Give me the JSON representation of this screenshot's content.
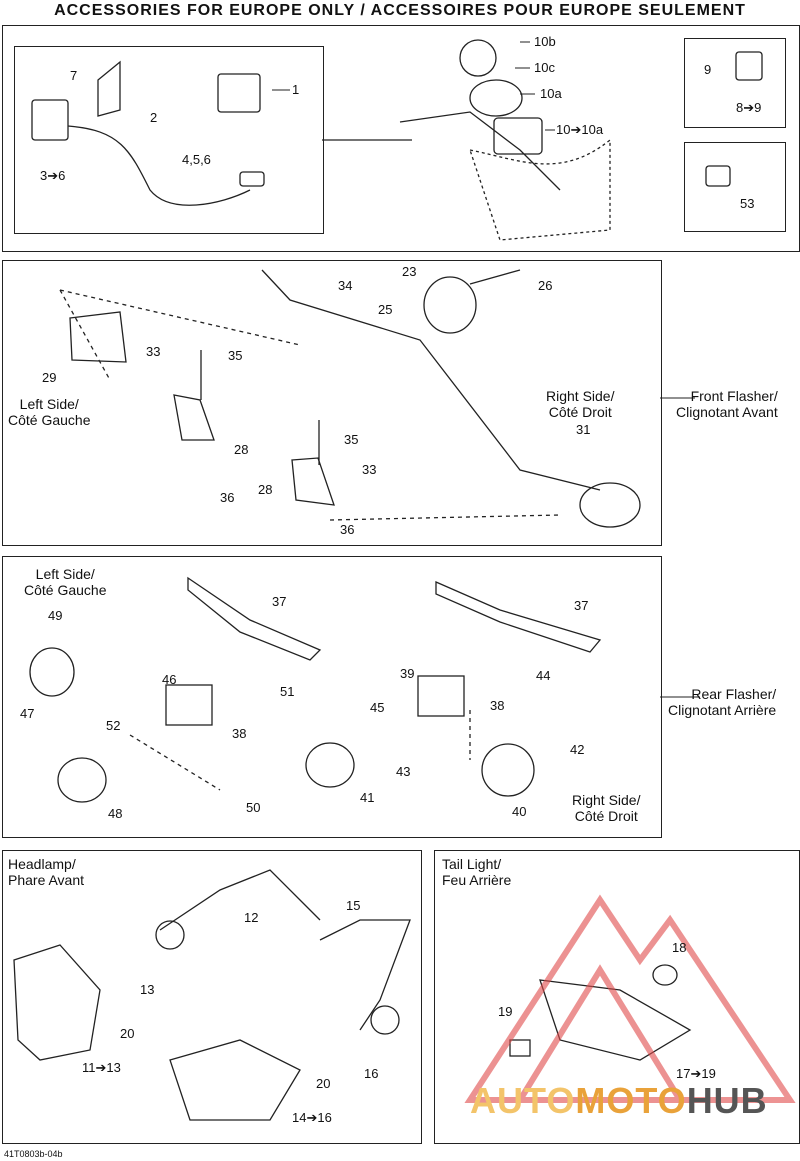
{
  "title": "ACCESSORIES FOR EUROPE ONLY / ACCESSOIRES POUR EUROPE SEULEMENT",
  "panel1": {
    "labels": [
      "1",
      "2",
      "7",
      "3➔6",
      "4,5,6",
      "10b",
      "10c",
      "10a",
      "10➔10a"
    ],
    "side1": [
      "9",
      "8➔9"
    ],
    "side2": [
      "53"
    ]
  },
  "panel2": {
    "labels": [
      "23",
      "34",
      "26",
      "25",
      "33",
      "35",
      "29",
      "28",
      "36",
      "31"
    ],
    "repeat": [
      "35",
      "33",
      "28",
      "36"
    ],
    "left": "Left Side/\nCôté Gauche",
    "right": "Right Side/\nCôté Droit",
    "caption": "Front Flasher/\nClignotant Avant"
  },
  "panel3": {
    "labels": [
      "37",
      "49",
      "46",
      "51",
      "47",
      "52",
      "38",
      "48",
      "50",
      "37",
      "39",
      "44",
      "45",
      "38",
      "43",
      "42",
      "41",
      "40"
    ],
    "left": "Left Side/\nCôté Gauche",
    "right": "Right Side/\nCôté Droit",
    "caption": "Rear Flasher/\nClignotant Arrière"
  },
  "panel4": {
    "title": "Headlamp/\nPhare Avant",
    "labels": [
      "12",
      "15",
      "13",
      "20",
      "11➔13",
      "16",
      "20",
      "14➔16"
    ]
  },
  "panel5": {
    "title": "Tail Light/\nFeu Arrière",
    "labels": [
      "18",
      "19",
      "17➔19"
    ]
  },
  "code": "41T0803b-04b",
  "watermark": {
    "auto": "AUTO",
    "moto": "MOTO",
    "hub": "HUB",
    "colors": {
      "auto": "#f3c46a",
      "moto": "#e9a23a",
      "hub": "#555555",
      "logo": "#e14b4b"
    }
  }
}
